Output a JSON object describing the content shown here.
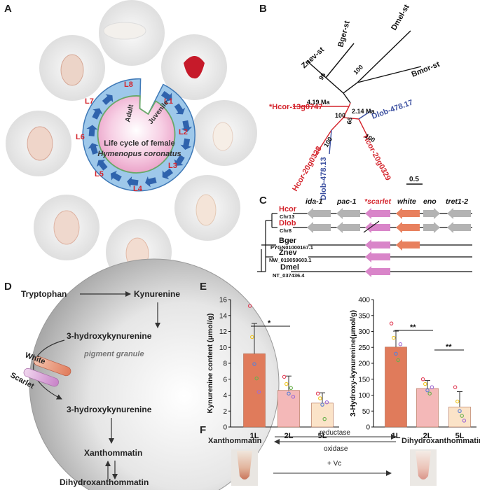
{
  "panels": {
    "a": {
      "letter": "A",
      "center_line1": "Life cycle of female",
      "center_line2": "Hymenopus coronatus",
      "adult": "Adult",
      "juvenile": "Juvenile",
      "stages": [
        "L1",
        "L2",
        "L3",
        "L4",
        "L5",
        "L6",
        "L7",
        "L8"
      ]
    },
    "b": {
      "letter": "B",
      "black_taxa": [
        "Dmel-st",
        "Bger-st",
        "Znev-st",
        "Bmor-st"
      ],
      "red_taxa": [
        "*Hcor-13g0747",
        "Hcor-20g0328",
        "Hcor-20g0329"
      ],
      "blue_taxa": [
        "Dlob-478.13",
        "Dlob-478.17"
      ],
      "bootstrap": [
        "96",
        "100",
        "100",
        "66",
        "100",
        "100"
      ],
      "divergence": [
        "4.19 Ma",
        "2.14 Ma"
      ],
      "scale": "0.5"
    },
    "c": {
      "letter": "C",
      "genes": [
        "ida-1",
        "pac-1",
        "*scarlet",
        "white",
        "eno",
        "tret1-2"
      ],
      "species": [
        {
          "name": "Hcor",
          "locus": "Chr13"
        },
        {
          "name": "Dlob",
          "locus": "Chr8"
        },
        {
          "name": "Bger",
          "locus": "PYGN01000167.1"
        },
        {
          "name": "Znev",
          "locus": "NW_019059603.1"
        },
        {
          "name": "Dmel",
          "locus": "NT_037436.4"
        }
      ]
    },
    "d": {
      "letter": "D",
      "tryptophan": "Tryptophan",
      "kynurenine": "Kynurenine",
      "hk_outside": "3-hydroxykynurenine",
      "white": "White",
      "scarlet": "Scarlet",
      "granule": "pigment granule",
      "hk_inside": "3-hydroxykynurenine",
      "xanthommatin": "Xanthommatin",
      "dihydroxanthommatin": "Dihydroxanthommatin"
    },
    "e": {
      "letter": "E",
      "sig_left": "*",
      "sig_right": [
        "**",
        "**"
      ]
    },
    "f": {
      "letter": "F",
      "left": "Xanthommatin",
      "right": "Dihydroxanthommatin",
      "top_arrow": "reductase",
      "bottom_arrow": "oxidase",
      "vc": "+ Vc"
    }
  },
  "chart_data": [
    {
      "type": "bar",
      "categories": [
        "1L",
        "2L",
        "5L"
      ],
      "values": [
        9.2,
        4.6,
        3.0
      ],
      "errors": [
        3.8,
        1.8,
        1.3
      ],
      "ylabel": "Kynurenine content (μmol/g)",
      "yticks": [
        "0",
        "2",
        "4",
        "6",
        "8",
        "10",
        "12",
        "14",
        "16"
      ],
      "ylim": [
        0,
        16
      ],
      "colors": [
        "#e07b5b",
        "#f4b8b8",
        "#fbe3c8"
      ],
      "points": [
        [
          15.2,
          11.3,
          7.9,
          6.1,
          4.4
        ],
        [
          6.3,
          5.4,
          4.2,
          4.9,
          3.8
        ],
        [
          4.2,
          3.6,
          2.8,
          1.0,
          3.1
        ]
      ]
    },
    {
      "type": "bar",
      "categories": [
        "1L",
        "2L",
        "5L"
      ],
      "values": [
        251,
        121,
        63
      ],
      "errors": [
        50,
        25,
        48
      ],
      "ylabel": "3-Hydroxy-kynurenine(μmol/g)",
      "yticks": [
        "0",
        "50",
        "100",
        "150",
        "200",
        "250",
        "300",
        "350",
        "400"
      ],
      "ylim": [
        0,
        400
      ],
      "colors": [
        "#e07b5b",
        "#f4b8b8",
        "#fbe3c8"
      ],
      "points": [
        [
          325,
          280,
          230,
          210,
          260
        ],
        [
          150,
          135,
          115,
          105,
          125
        ],
        [
          125,
          80,
          50,
          35,
          20
        ]
      ]
    }
  ]
}
